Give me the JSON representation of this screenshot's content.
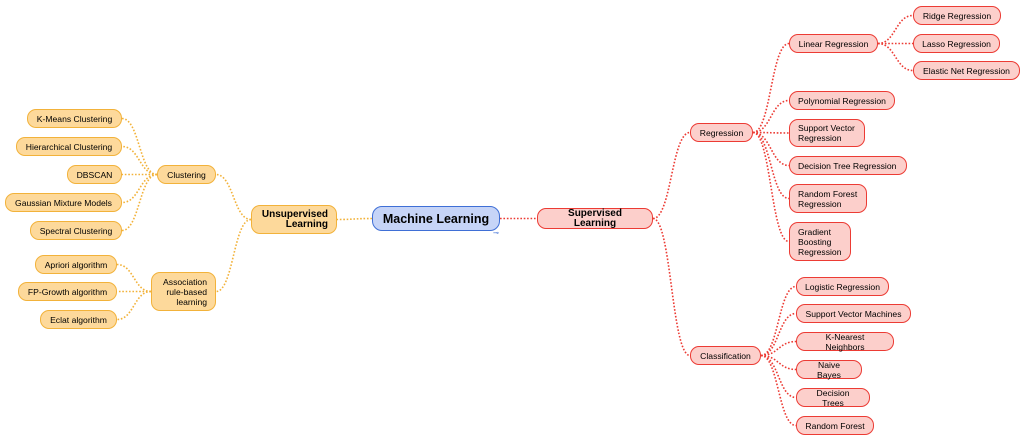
{
  "root": {
    "label": "Machine Learning"
  },
  "supervised": {
    "label": "Supervised Learning",
    "regression": {
      "label": "Regression",
      "linear": {
        "label": "Linear Regression",
        "children": [
          "Ridge Regression",
          "Lasso Regression",
          "Elastic Net Regression"
        ]
      },
      "items": [
        "Polynomial Regression",
        "Support Vector\nRegression",
        "Decision Tree Regression",
        "Random Forest\nRegression",
        "Gradient\nBoosting\nRegression"
      ]
    },
    "classification": {
      "label": "Classification",
      "items": [
        "Logistic Regression",
        "Support Vector Machines",
        "K-Nearest Neighbors",
        "Naive Bayes",
        "Decision Trees",
        "Random Forest"
      ]
    }
  },
  "unsupervised": {
    "label": "Unsupervised\nLearning",
    "clustering": {
      "label": "Clustering",
      "items": [
        "K-Means Clustering",
        "Hierarchical Clustering",
        "DBSCAN",
        "Gaussian Mixture Models",
        "Spectral Clustering"
      ]
    },
    "association": {
      "label": "Association\nrule-based\nlearning",
      "items": [
        "Apriori algorithm",
        "FP-Growth algorithm",
        "Eclat algorithm"
      ]
    }
  },
  "colors": {
    "supervised_fill": "#fccfcb",
    "supervised_stroke": "#ec3b34",
    "unsupervised_fill": "#fdd99b",
    "unsupervised_stroke": "#f2b23a",
    "root_fill": "#c6d4f7",
    "root_stroke": "#3f6fd6"
  }
}
